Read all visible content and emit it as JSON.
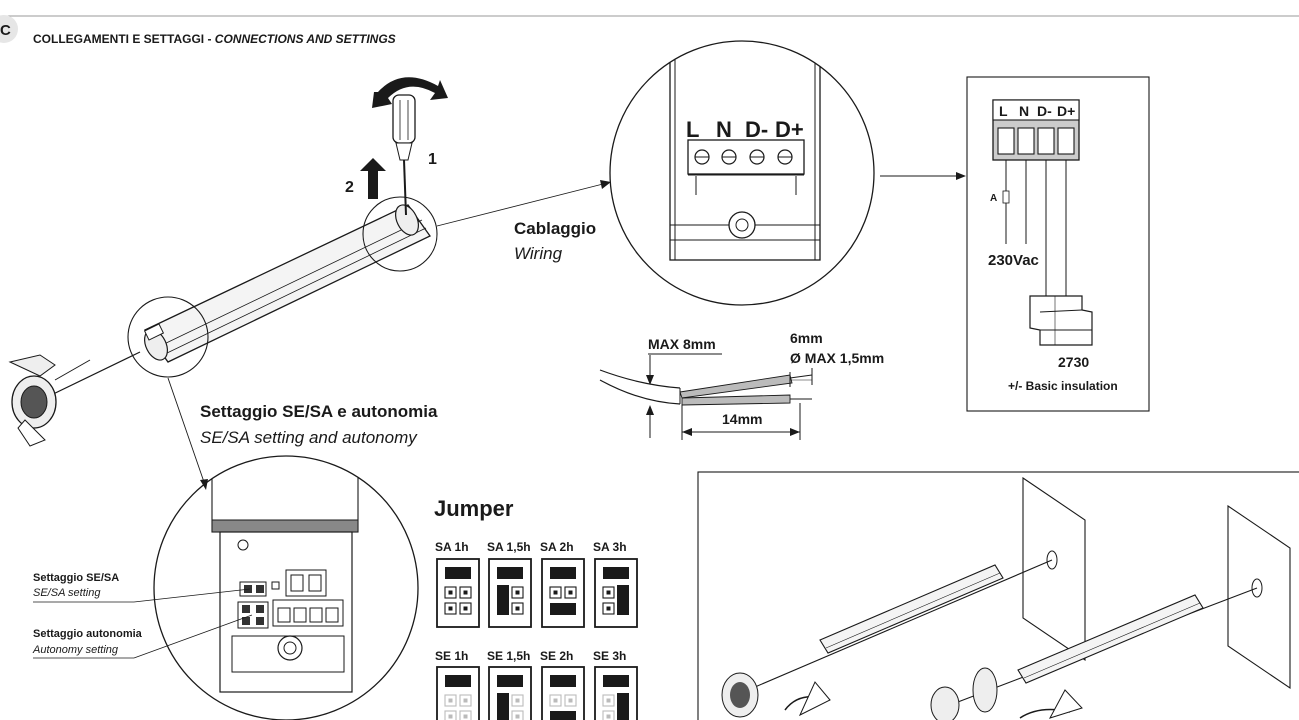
{
  "section": {
    "letter": "C",
    "title": "COLLEGAMENTI E SETTAGGI - ",
    "title_en": "CONNECTIONS AND SETTINGS"
  },
  "steps": {
    "one": "1",
    "two": "2"
  },
  "wiring": {
    "it": "Cablaggio",
    "en": "Wiring"
  },
  "terminals": [
    "L",
    "N",
    "D-",
    "D+"
  ],
  "panel": {
    "labels": [
      "L",
      "N",
      "D-",
      "D+"
    ],
    "a_label": "A",
    "voltage": "230Vac",
    "device_code": "2730",
    "insulation": "+/- Basic insulation"
  },
  "cable": {
    "max_outer": "MAX 8mm",
    "strip": "6mm",
    "diameter": "Ø MAX 1,5mm",
    "length": "14mm"
  },
  "setting": {
    "it": "Settaggio SE/SA e autonomia",
    "en": "SE/SA setting and autonomy"
  },
  "callouts": {
    "sesa_it": "Settaggio SE/SA",
    "sesa_en": "SE/SA setting",
    "auton_it": "Settaggio autonomia",
    "auton_en": "Autonomy setting"
  },
  "jumper": {
    "title": "Jumper",
    "sa": [
      "SA 1h",
      "SA 1,5h",
      "SA 2h",
      "SA 3h"
    ],
    "se": [
      "SE 1h",
      "SE 1,5h",
      "SE 2h",
      "SE 3h"
    ]
  }
}
